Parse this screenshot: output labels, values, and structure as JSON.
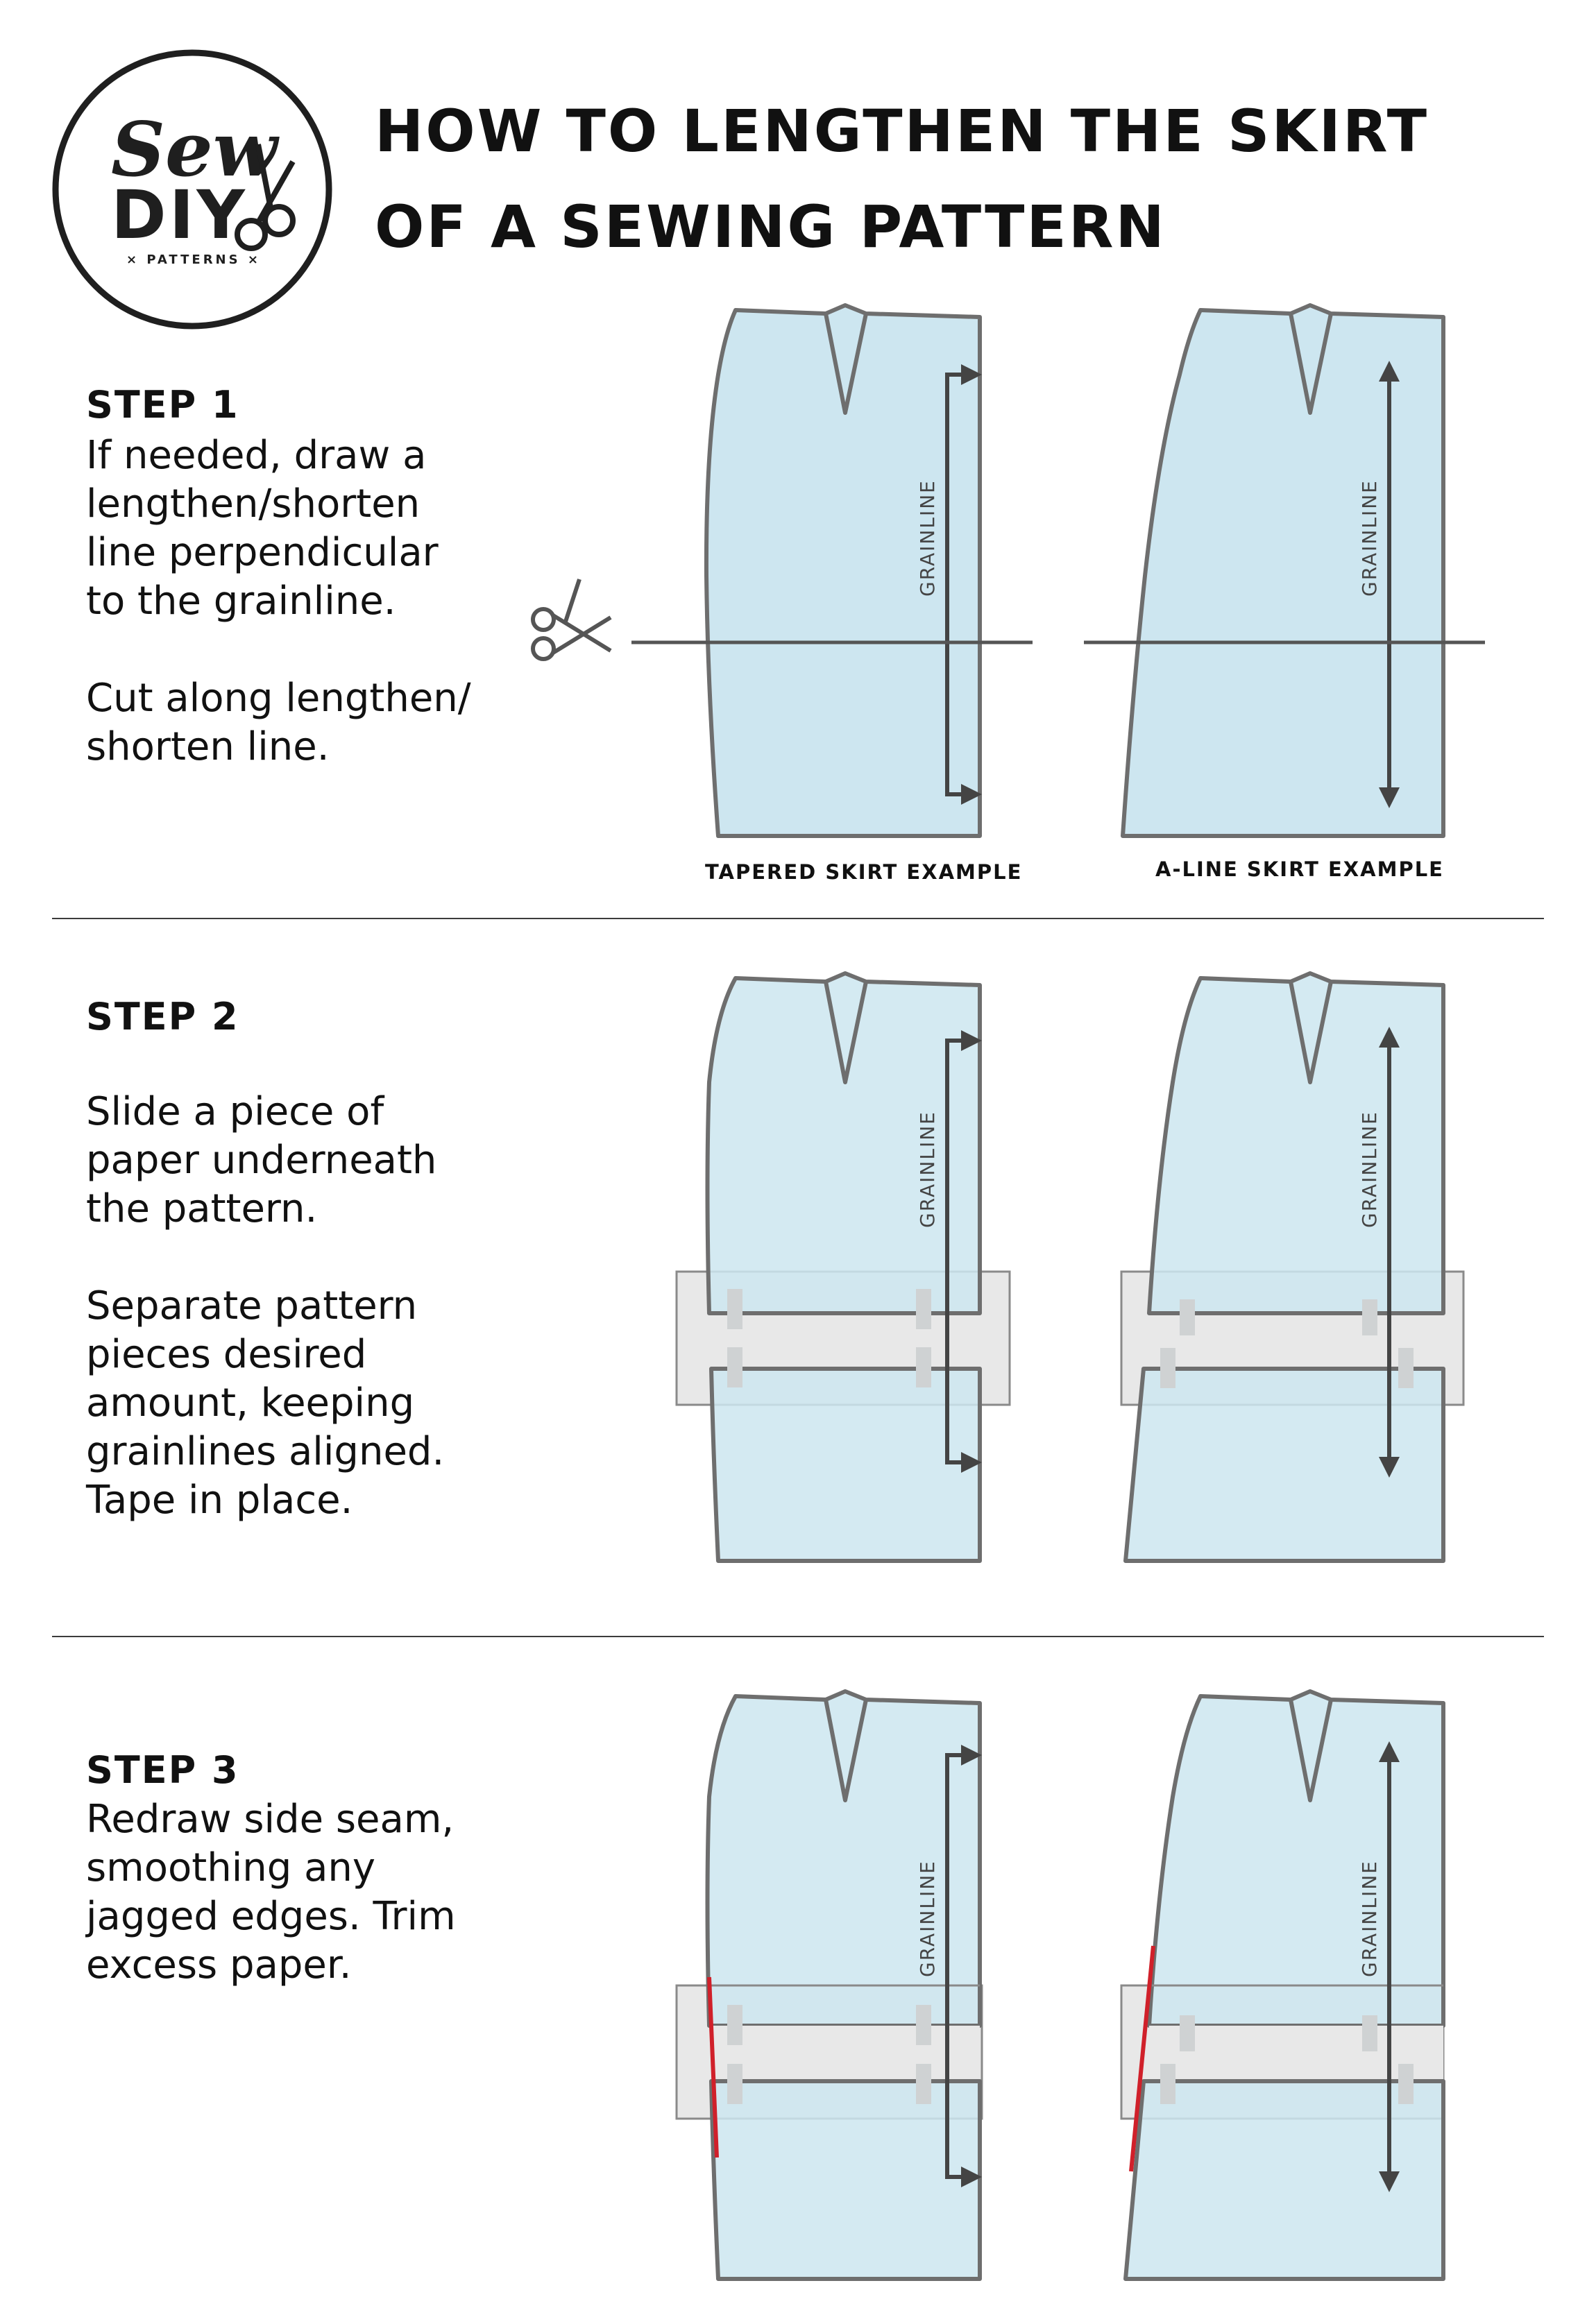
{
  "logo": {
    "script_text": "Sew",
    "block_text": "DIY",
    "small_text": "× PATTERNS ×"
  },
  "title": {
    "line1": "HOW TO LENGTHEN THE SKIRT",
    "line2": "OF A SEWING PATTERN"
  },
  "steps": [
    {
      "heading": "STEP 1",
      "body": [
        "If needed, draw a",
        "lengthen/shorten",
        "line perpendicular",
        "to the grainline.",
        "",
        "Cut along lengthen/",
        "shorten line."
      ]
    },
    {
      "heading": "STEP 2",
      "body": [
        "Slide a piece of",
        "paper underneath",
        "the pattern.",
        "",
        "Separate pattern",
        "pieces desired",
        "amount, keeping",
        "grainlines aligned.",
        "Tape in place."
      ]
    },
    {
      "heading": "STEP 3",
      "body": [
        "Redraw side seam,",
        "smoothing any",
        "jagged edges. Trim",
        "excess paper."
      ]
    }
  ],
  "captions": {
    "tapered": "TAPERED SKIRT EXAMPLE",
    "aline": "A-LINE SKIRT EXAMPLE"
  },
  "grainline_label": "GRAINLINE",
  "colors": {
    "pattern_fill": "#cde6f0",
    "pattern_stroke": "#6e6e6e",
    "paper_fill": "#e8e8e8",
    "tape": "#cfd2d3",
    "redraw_line": "#d0202a",
    "arrow": "#444444"
  },
  "icons": {
    "cut_marker": "scissors-icon",
    "logo_mark": "scissors-icon"
  }
}
